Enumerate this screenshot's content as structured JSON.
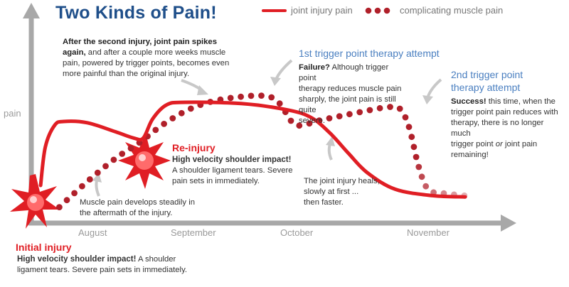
{
  "title": "Two Kinds of Pain!",
  "legend": {
    "joint_label": "joint injury pain",
    "muscle_label": "complicating muscle pain"
  },
  "colors": {
    "joint": "#e01e24",
    "muscle": "#b0202a",
    "axis": "#a8a8a8",
    "title": "#1f4f8a",
    "heading_blue": "#4a7fc0",
    "arrow": "#c8c8c8"
  },
  "axis": {
    "ylabel": "pain",
    "months": [
      "August",
      "September",
      "October",
      "November"
    ]
  },
  "annotations": {
    "initial": {
      "head": "Initial injury",
      "bold": "High velocity shoulder impact!",
      "line1_rest": "A shoulder",
      "line2": "ligament tears. Severe pain sets in immediately."
    },
    "reinjury": {
      "head": "Re-injury",
      "bold": "High velocity shoulder impact!",
      "line2": "A shoulder ligament tears. Severe",
      "line3": "pain sets in immediately."
    },
    "muscle_note": {
      "line1": "Muscle pain develops steadily in",
      "line2": "the aftermath of the injury."
    },
    "second_injury_note": {
      "l1_bold": "After the second injury, joint pain spikes",
      "l2_bold": "again,",
      "l2_rest": "and after a couple more weeks muscle",
      "l3": "pain, powered by trigger points, becomes even",
      "l4": "more painful than the original injury."
    },
    "attempt1": {
      "head": "1st trigger point therapy attempt",
      "bold": "Failure?",
      "l1_rest": "Although trigger point",
      "l2": "therapy reduces muscle pain",
      "l3": "sharply, the joint pain is still quite",
      "l4": "severe."
    },
    "attempt2": {
      "head1": "2nd trigger point",
      "head2": "therapy attempt",
      "bold": "Success!",
      "l1_rest": "this time, when the",
      "l2": "trigger point pain reduces with",
      "l3": "therapy, there is no longer much",
      "l4_a": "trigger point",
      "l4_or": "or",
      "l4_b": "joint pain",
      "l5": "remaining!"
    },
    "heals_note": {
      "l1": "The joint injury heals,",
      "l2": "slowly at first ...",
      "l3": "then faster."
    }
  },
  "chart_data": {
    "type": "line",
    "title": "Two Kinds of Pain!",
    "xlabel": "",
    "ylabel": "pain",
    "x_ticks": [
      "August",
      "September",
      "October",
      "November"
    ],
    "xlim": [
      0,
      100
    ],
    "ylim": [
      0,
      100
    ],
    "grid": false,
    "legend_position": "top",
    "series": [
      {
        "name": "joint injury pain",
        "style": "solid",
        "points": [
          [
            2,
            25
          ],
          [
            3,
            55
          ],
          [
            5,
            72
          ],
          [
            7,
            75
          ],
          [
            12,
            74
          ],
          [
            18,
            67
          ],
          [
            22,
            62
          ],
          [
            24,
            62
          ],
          [
            26,
            77
          ],
          [
            29,
            88
          ],
          [
            33,
            90
          ],
          [
            45,
            89
          ],
          [
            55,
            84
          ],
          [
            60,
            78
          ],
          [
            64,
            66
          ],
          [
            68,
            50
          ],
          [
            72,
            35
          ],
          [
            78,
            22
          ],
          [
            86,
            17
          ],
          [
            93,
            16
          ]
        ]
      },
      {
        "name": "complicating muscle pain",
        "style": "dotted",
        "points": [
          [
            6,
            8
          ],
          [
            12,
            28
          ],
          [
            18,
            46
          ],
          [
            23,
            58
          ],
          [
            28,
            72
          ],
          [
            33,
            83
          ],
          [
            38,
            90
          ],
          [
            44,
            94
          ],
          [
            50,
            95
          ],
          [
            53,
            90
          ],
          [
            56,
            74
          ],
          [
            58,
            72
          ],
          [
            62,
            76
          ],
          [
            70,
            82
          ],
          [
            76,
            86
          ],
          [
            79,
            85
          ],
          [
            81,
            70
          ],
          [
            83,
            40
          ],
          [
            85,
            22
          ],
          [
            88,
            19
          ],
          [
            93,
            17
          ]
        ]
      }
    ]
  }
}
